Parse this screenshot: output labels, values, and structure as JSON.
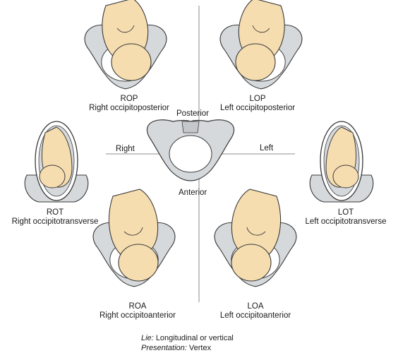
{
  "positions": {
    "rop": {
      "abbr": "ROP",
      "name": "Right occipitoposterior"
    },
    "lop": {
      "abbr": "LOP",
      "name": "Left occipitoposterior"
    },
    "rot": {
      "abbr": "ROT",
      "name": "Right occipitotransverse"
    },
    "lot": {
      "abbr": "LOT",
      "name": "Left occipitotransverse"
    },
    "roa": {
      "abbr": "ROA",
      "name": "Right occipitoanterior"
    },
    "loa": {
      "abbr": "LOA",
      "name": "Left occipitoanterior"
    }
  },
  "compass": {
    "posterior": "Posterior",
    "anterior": "Anterior",
    "right": "Right",
    "left": "Left"
  },
  "footer": {
    "lie_label": "Lie:",
    "lie_value": "Longitudinal or vertical",
    "presentation_label": "Presentation:",
    "presentation_value": "Vertex"
  },
  "colors": {
    "skin": "#f6ddb0",
    "bone": "#d6d9dc",
    "outline": "#3a3a3a",
    "line": "#8c8c8c"
  }
}
